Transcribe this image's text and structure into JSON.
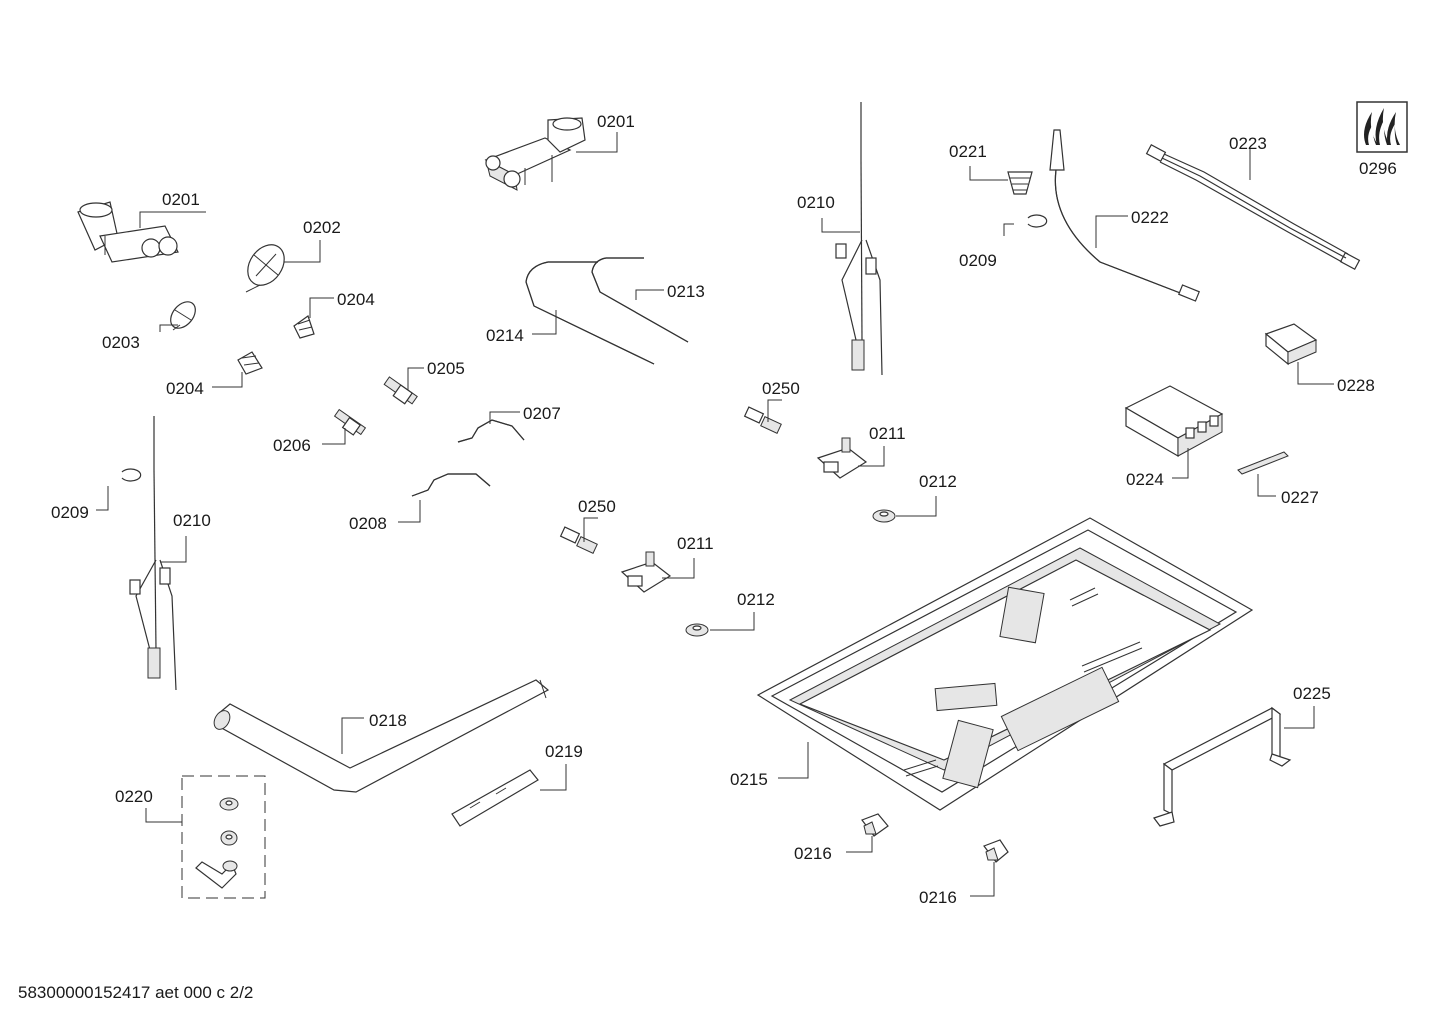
{
  "diagram": {
    "document_code": "58300000152417 aet 000 c 2/2",
    "labels": {
      "valve_body_top": "0201",
      "valve_body_left": "0201",
      "clip_0202": "0202",
      "clip_0203": "0203",
      "spring_0204_a": "0204",
      "spring_0204_b": "0204",
      "nozzle_0205": "0205",
      "nozzle_0206": "0206",
      "pipe_0207": "0207",
      "pipe_0208": "0208",
      "clip_0209_left": "0209",
      "clip_0209_right": "0209",
      "thermocouple_0210_left": "0210",
      "thermocouple_0210_right": "0210",
      "valve_0211_a": "0211",
      "valve_0211_b": "0211",
      "ring_0212_a": "0212",
      "ring_0212_b": "0212",
      "pipe_0213": "0213",
      "pipe_0214": "0214",
      "tray_0215": "0215",
      "bracket_0216_a": "0216",
      "bracket_0216_b": "0216",
      "gas_pipe_0218": "0218",
      "rail_0219": "0219",
      "connector_kit_0220": "0220",
      "spring_0221": "0221",
      "electrode_0222": "0222",
      "cable_0223": "0223",
      "ignition_module_0224": "0224",
      "bracket_0225": "0225",
      "strip_0227": "0227",
      "box_0228": "0228",
      "injector_0250_a": "0250",
      "injector_0250_b": "0250",
      "gas_symbol_0296": "0296"
    },
    "icons": [
      "gas-flame-icon"
    ]
  }
}
